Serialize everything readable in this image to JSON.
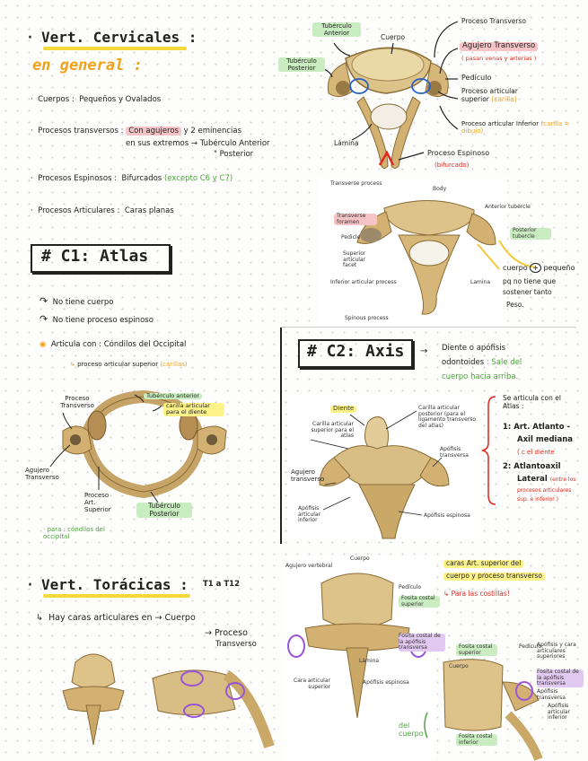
{
  "cervical": {
    "title": "Vert. Cervicales :",
    "general": "en general :",
    "items": [
      {
        "label": "Cuerpos :",
        "text": "Pequeños y Ovalados"
      },
      {
        "label": "Procesos transversos :",
        "hl": "Con agujeros",
        "text": "y 2 eminencias",
        "sub1": "en sus extremos",
        "sub2": "Tubérculo Anterior",
        "sub3": "\" Posterior"
      },
      {
        "label": "Procesos Espinosos :",
        "text": "Bifurcados",
        "note": "(excepto C6 y C7)"
      },
      {
        "label": "Procesos Articulares :",
        "text": "Caras planas"
      }
    ],
    "diagram_labels": {
      "tub_ant": "Tubérculo Anterior",
      "cuerpo": "Cuerpo",
      "proceso_transverso": "Proceso Transverso",
      "tub_post": "Tubérculo Posterior",
      "agujero_transverso": "Agujero Transverso",
      "agujero_note": "( pasan venas y arterias )",
      "pediculo": "Pedículo",
      "art_sup": "Proceso articular superior",
      "art_sup_note": "(carilla)",
      "art_inf": "Proceso articular Inferior",
      "art_inf_note": "(carilla = dibujo)",
      "lamina": "Lámina",
      "espinoso": "Proceso Espinoso",
      "espinoso_note": "(bifurcado)"
    },
    "diagram2_labels": {
      "transverse_process": "Transverse process",
      "body": "Body",
      "anterior_tubercle": "Anterior tubercle",
      "transverse_foramen": "Transverse foramen",
      "posterior_tubercle": "Posterior tubercle",
      "pedicle": "Pedicle",
      "superior_facet": "Superior articular facet",
      "inferior_process": "Inferior articular process",
      "lamina": "Lamina",
      "spinous": "Spinous process"
    },
    "side_note": {
      "a": "cuerpo",
      "b": "pequeño",
      "c": "pq no tiene que",
      "d": "sostener tanto",
      "e": "Peso."
    }
  },
  "c1": {
    "title": "# C1: Atlas",
    "items": [
      "No tiene cuerpo",
      "No tiene proceso espinoso"
    ],
    "articula": "Articula con : Cóndilos del Occipital",
    "articula_sub": "proceso articular superior",
    "articula_note": "(carillas)",
    "labels": {
      "proceso_transverso": "Proceso Transverso",
      "tub_anterior": "Tubérculo anterior",
      "carilla_diente": "carilla articular para el diente",
      "agujero": "Agujero Transverso",
      "proceso_art_sup": "Proceso Art. Superior",
      "tub_posterior": "Tubérculo Posterior",
      "para": "para : cóndilos del occipital"
    }
  },
  "c2": {
    "title": "# C2: Axis",
    "diente": "Diente o apófisis",
    "odontoides": "odontoides",
    "sale": ": Sale del",
    "cuerpo_hacia": "cuerpo hacia arriba.",
    "labels": {
      "diente": "Diente",
      "carilla_sup": "Carilla articular superior para el atlas",
      "carilla_post": "Carilla articular posterior (para el ligamento transverso del atlas)",
      "apofisis_transversa": "Apófisis transversa",
      "agujero": "Agujero transverso",
      "apofisis_art_inf": "Apófisis articular inferior",
      "apofisis_espinosa": "Apófisis espinosa"
    },
    "articula": "Se articula con el Atlas :",
    "a1": "1: Art. Atlanto -",
    "a1b": "Axil mediana",
    "a1c": "( c el diente",
    "a2": "2: Atlantoaxil",
    "a2b": "Lateral",
    "a2c": "(entre los",
    "a2d": "procesos articulares",
    "a2e": "sup. e inferior )"
  },
  "thoracic": {
    "title": "Vert. Torácicas :",
    "range": "T1 a T12",
    "caras": "Hay caras articulares en",
    "cuerpo": "Cuerpo",
    "proceso": "Proceso",
    "transverso": "Transverso",
    "caras_note_a": "caras Art.",
    "caras_note_b": "superior del",
    "caras_note_c": "cuerpo y proceso transverso",
    "costillas": "Para las costillas!",
    "labels": {
      "agujero": "Agujero vertebral",
      "cuerpo": "Cuerpo",
      "pediculo": "Pedículo",
      "fosita_sup": "Fosita costal superior",
      "fosita_trans": "Fosita costal de la apófisis transversa",
      "lamina": "Lámina",
      "cara_art": "Cara articular superior",
      "apofisis_esp": "Apófisis espinosa",
      "cuerpo2": "Cuerpo",
      "fosita_sup2": "Fosita costal superior",
      "pediculo2": "Pedículo",
      "apofisis_caras": "Apófisis y cara articulares superiores",
      "fosita_trans2": "Fosita costal de la apófisis transversa",
      "apofisis_trans": "Apófisis transversa",
      "apofisis_art_inf": "Apófisis articular inferior",
      "fosita_inf": "Fosita costal inferior",
      "del_cuerpo": "del cuerpo"
    }
  }
}
